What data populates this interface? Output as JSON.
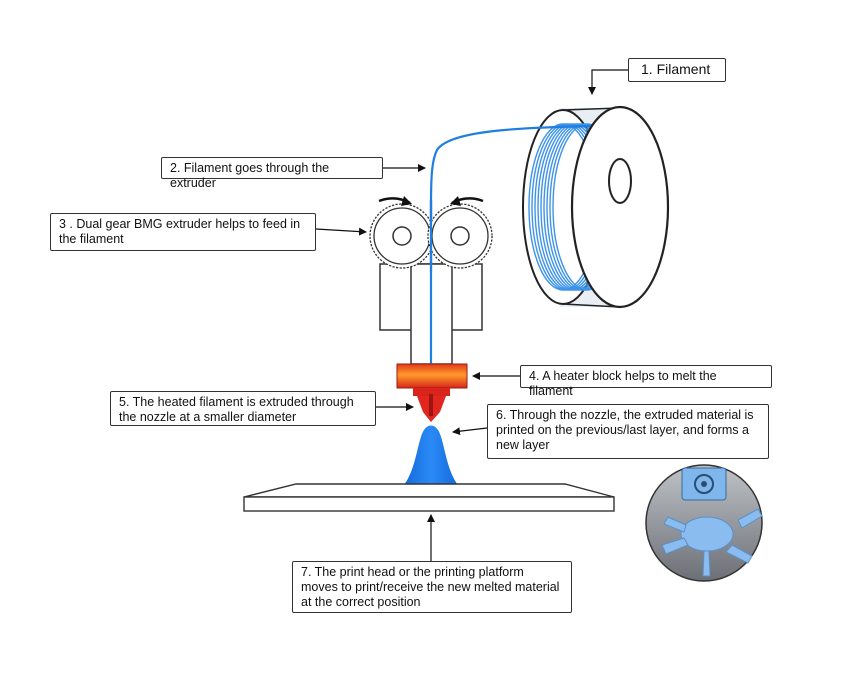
{
  "labels": {
    "filament": "1. Filament",
    "extruder_path": "2. Filament goes through the extruder",
    "dual_gear": "3 . Dual gear BMG extruder helps to feed in the filament",
    "heater_block": "4. A heater block helps to melt the filament",
    "nozzle": "5. The heated filament is extruded through the nozzle at a smaller diameter",
    "layer": "6. Through the nozzle, the extruded material is printed on the previous/last layer, and forms a new layer",
    "platform": "7. The print head or the printing platform moves to print/receive the new melted material at the correct position"
  },
  "colors": {
    "filament_blue": "#1f7fe0",
    "heater_orange": "#f06a1a",
    "heater_red": "#d9241b",
    "nozzle_red": "#e0261f",
    "print_blue": "#1573e8",
    "outline": "#333333"
  }
}
